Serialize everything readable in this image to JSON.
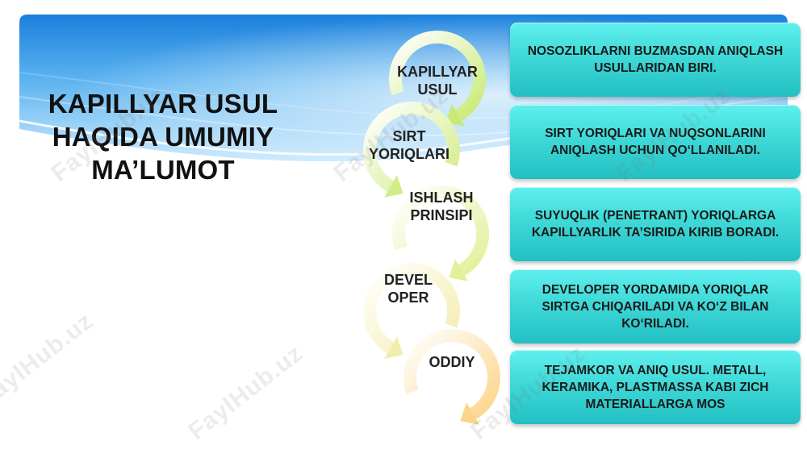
{
  "title": {
    "line1": "KAPILLYAR USUL",
    "line2": "HAQIDA UMUMIY",
    "line3": "MA’LUMOT"
  },
  "steps": [
    {
      "label": "KAPILLYAR USUL",
      "color": "#c8ea74"
    },
    {
      "label": "SIRT YORIQLARI",
      "color": "#d2ec86"
    },
    {
      "label": "ISHLASH PRINSIPI",
      "color": "#e2f098"
    },
    {
      "label": "DEVEL OPER",
      "color": "#f3edad"
    },
    {
      "label": "ODDIY",
      "color": "#fbd58a"
    }
  ],
  "descriptions": [
    "NOSOZLIKLARNI BUZMASDAN ANIQLASH USULLARIDAN BIRI.",
    "SIRT YORIQLARI VA NUQSONLARINI ANIQLASH UCHUN QO‘LLANILADI.",
    "SUYUQLIK (PENETRANT) YORIQLARGA KAPILLYARLIK TA’SIRIDA KIRIB BORADI.",
    "DEVELOPER YORDAMIDA YORIQLAR SIRTGA CHIQARILADI VA KO‘Z BILAN KO‘RILADI.",
    "TEJAMKOR VA ANIQ USUL. METALL, KERAMIKA, PLASTMASSA KABI ZICH MATERIALLARGA MOS"
  ],
  "watermark": "FaylHub.uz",
  "colors": {
    "sky_top": "#1f86e0",
    "sky_bottom": "#b9e1fb",
    "box": "#3fd9d8"
  }
}
